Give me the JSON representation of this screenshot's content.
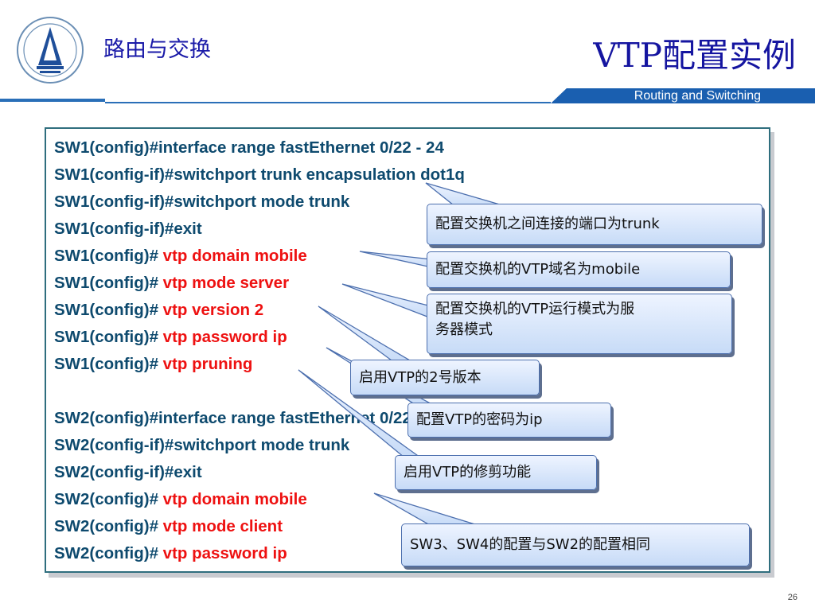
{
  "header": {
    "left_title": "路由与交换",
    "main_title": "VTP配置实例",
    "subtitle": "Routing and Switching"
  },
  "code_lines": [
    {
      "prefix": "SW1(config)#interface range fastEthernet 0/22 - 24",
      "cmd": ""
    },
    {
      "prefix": "SW1(config-if)#switchport trunk encapsulation dot1q",
      "cmd": ""
    },
    {
      "prefix": "SW1(config-if)#switchport mode trunk",
      "cmd": ""
    },
    {
      "prefix": "SW1(config-if)#exit",
      "cmd": ""
    },
    {
      "prefix": "SW1(config)# ",
      "cmd": "vtp domain mobile"
    },
    {
      "prefix": "SW1(config)# ",
      "cmd": "vtp mode server"
    },
    {
      "prefix": "SW1(config)# ",
      "cmd": "vtp version 2"
    },
    {
      "prefix": "SW1(config)# ",
      "cmd": "vtp password ip"
    },
    {
      "prefix": "SW1(config)# ",
      "cmd": "vtp pruning"
    },
    {
      "prefix": "",
      "cmd": ""
    },
    {
      "prefix": "SW2(config)#interface range fastEthernet 0/22 - 24",
      "cmd": ""
    },
    {
      "prefix": "SW2(config-if)#switchport mode trunk",
      "cmd": ""
    },
    {
      "prefix": "SW2(config-if)#exit",
      "cmd": ""
    },
    {
      "prefix": "SW2(config)# ",
      "cmd": "vtp domain mobile"
    },
    {
      "prefix": "SW2(config)# ",
      "cmd": "vtp mode client"
    },
    {
      "prefix": "SW2(config)# ",
      "cmd": "vtp password ip"
    }
  ],
  "callouts": {
    "trunk": "配置交换机之间连接的端口为trunk",
    "domain": "配置交换机的VTP域名为mobile",
    "mode_line1": "配置交换机的VTP运行模式为服",
    "mode_line2": "务器模式",
    "version": "启用VTP的2号版本",
    "password": "配置VTP的密码为ip",
    "pruning": "启用VTP的修剪功能",
    "same": "SW3、SW4的配置与SW2的配置相同"
  },
  "page_number": "26",
  "colors": {
    "code_text": "#0e4a6e",
    "command_highlight": "#ee1111",
    "title_blue": "#1515a0",
    "bar_blue": "#1a5fb0"
  }
}
